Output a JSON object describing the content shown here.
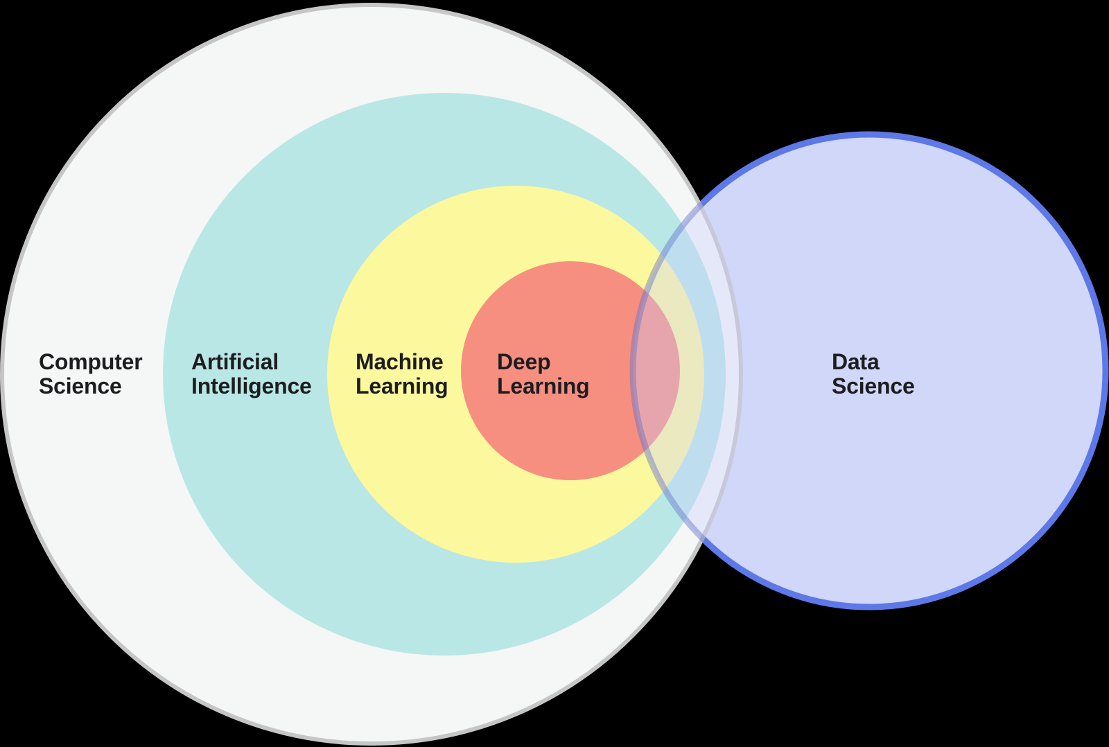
{
  "diagram": {
    "type": "euler-venn",
    "background_color": "#000000",
    "text_color": "#1d1d20",
    "sets": [
      {
        "id": "computer-science",
        "label": "Computer\nScience",
        "fill": "#f5f6f6",
        "stroke": "#c6c6c6"
      },
      {
        "id": "artificial-intelligence",
        "label": "Artificial\nIntelligence",
        "fill": "#b9e7e6",
        "stroke": "none"
      },
      {
        "id": "machine-learning",
        "label": "Machine\nLearning",
        "fill": "#fcf89d",
        "stroke": "none"
      },
      {
        "id": "deep-learning",
        "label": "Deep\nLearning",
        "fill": "#f68f80",
        "stroke": "none"
      },
      {
        "id": "data-science",
        "label": "Data\nScience",
        "fill": "#d1d7f9",
        "stroke": "#5d78e7"
      }
    ],
    "relations": {
      "nesting": "Deep Learning ⊂ Machine Learning ⊂ Artificial Intelligence ⊂ Computer Science",
      "overlap": "Data Science intersects Computer Science, Artificial Intelligence, Machine Learning and Deep Learning"
    },
    "overlap_tint": {
      "fill": "rgba(200,205,255,0.35)",
      "stroke": "rgba(100,115,205,0.45)"
    }
  }
}
